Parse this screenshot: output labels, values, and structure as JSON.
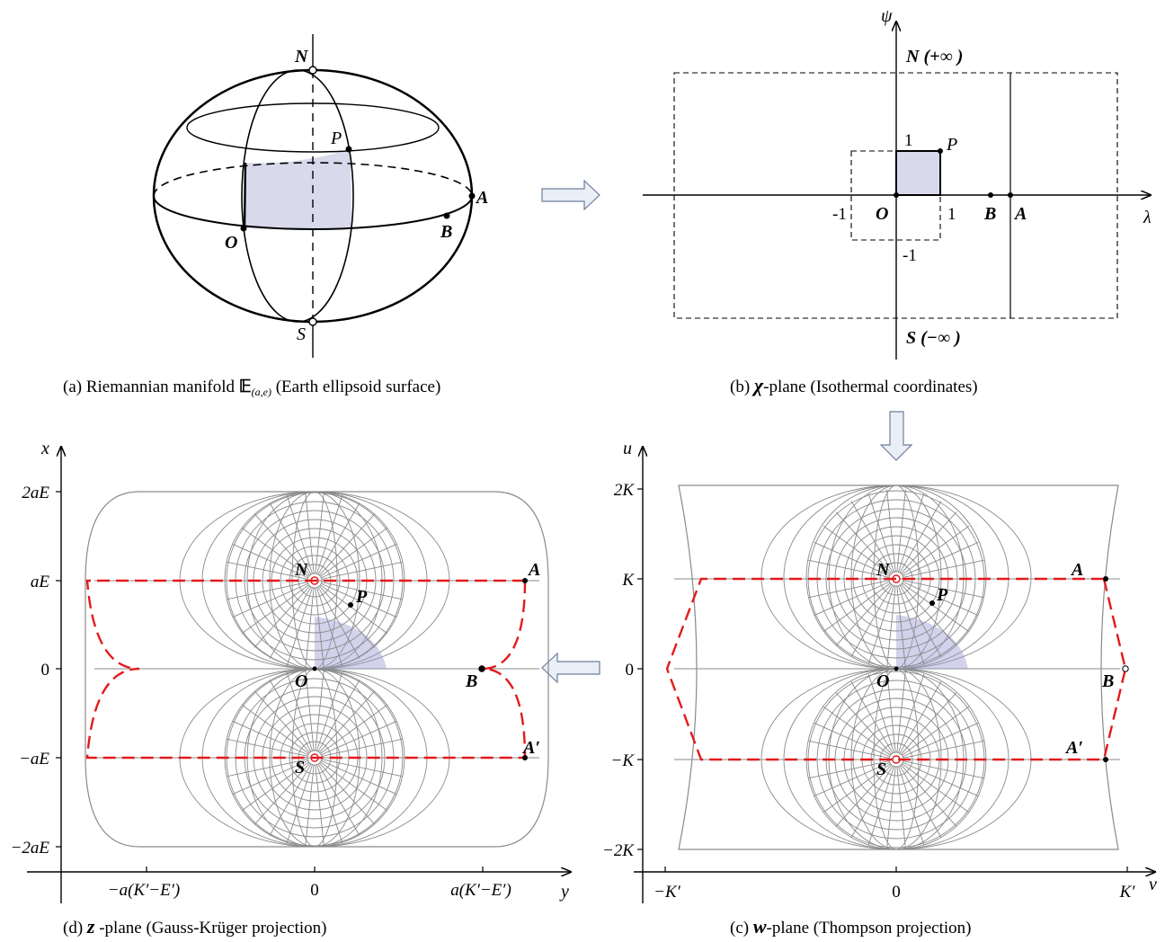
{
  "panel_a": {
    "caption_pre": "(a) Riemannian manifold ",
    "caption_symbol": "𝔼",
    "caption_sub": "(a,e)",
    "caption_post": " (Earth ellipsoid surface)",
    "points": {
      "N": "N",
      "S": "S",
      "P": "P",
      "A": "A",
      "B": "B",
      "O": "O"
    }
  },
  "panel_b": {
    "caption_pre": "(b) ",
    "caption_symbol": "χ",
    "caption_post": "-plane (Isothermal coordinates)",
    "axis_x": "λ",
    "axis_y": "ψ",
    "north_label": "N (+∞ )",
    "south_label": "S (−∞ )",
    "ticks": {
      "one_x": "1",
      "neg_one_x": "-1",
      "one_y": "1",
      "neg_one_y": "-1"
    },
    "points": {
      "P": "P",
      "O": "O",
      "B": "B",
      "A": "A"
    }
  },
  "panel_c": {
    "caption_pre": "(c) ",
    "caption_symbol": "w",
    "caption_post": "-plane (Thompson projection)",
    "axis_x": "v",
    "axis_y": "u",
    "y_ticks": [
      "2K",
      "K",
      "0",
      "−K",
      "−2K"
    ],
    "x_ticks": [
      "−K′",
      "0",
      "K′"
    ],
    "points": {
      "N": "N",
      "S": "S",
      "P": "P",
      "O": "O",
      "A": "A",
      "A2": "A′",
      "B": "B"
    }
  },
  "panel_d": {
    "caption_pre": "(d) ",
    "caption_symbol": "z",
    "caption_post": " -plane (Gauss-Krüger projection)",
    "axis_x": "y",
    "axis_y": "x",
    "y_ticks": [
      "2aE",
      "aE",
      "0",
      "−aE",
      "−2aE"
    ],
    "x_ticks": [
      "−a(K′−E′)",
      "0",
      "a(K′−E′)"
    ],
    "points": {
      "N": "N",
      "S": "S",
      "P": "P",
      "O": "O",
      "A": "A",
      "A2": "A′",
      "B": "B"
    }
  },
  "colors": {
    "fill": "#d9d9ec",
    "fill_cd": "#9b9bd3",
    "red": "#e31a1c",
    "grid": "#8a8a8a",
    "arrow_fill": "#e9eef7",
    "arrow_stroke": "#6d7f99"
  }
}
